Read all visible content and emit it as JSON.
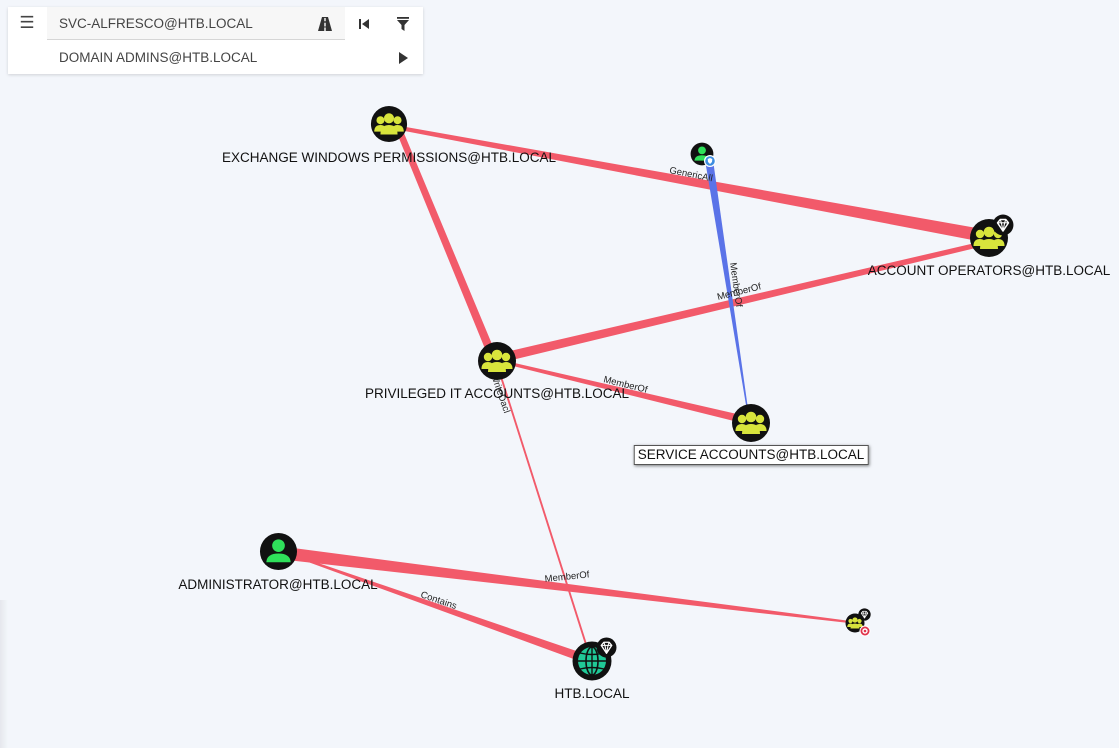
{
  "search": {
    "start_node": "SVC-ALFRESCO@HTB.LOCAL",
    "target_node": "DOMAIN ADMINS@HTB.LOCAL",
    "menu_icon": "hamburger-menu-icon",
    "pathfinding_icon": "road-icon",
    "back_icon": "skip-back-icon",
    "filter_icon": "filter-icon",
    "play_icon": "play-icon"
  },
  "nodes": {
    "exchange_windows_permissions": "EXCHANGE WINDOWS PERMISSIONS@HTB.LOCAL",
    "account_operators": "ACCOUNT OPERATORS@HTB.LOCAL",
    "privileged_it_accounts": "PRIVILEGED IT ACCOUNTS@HTB.LOCAL",
    "service_accounts": "SERVICE ACCOUNTS@HTB.LOCAL",
    "administrator": "ADMINISTRATOR@HTB.LOCAL",
    "htb_local": "HTB.LOCAL"
  },
  "edges": {
    "genericall": "GenericAll",
    "memberof_svc": "MemberOf",
    "memberof_acctops": "MemberOf",
    "memberof_privit": "MemberOf",
    "writedacl": "WriteDacl",
    "memberof_admin": "MemberOf",
    "contains": "Contains"
  },
  "colors": {
    "edge_red": "#f25a6a",
    "edge_blue": "#5a73e8",
    "group_icon": "#d8e43c",
    "user_icon": "#2fe05a",
    "domain_icon": "#20c997",
    "background": "#f3f6fb"
  }
}
